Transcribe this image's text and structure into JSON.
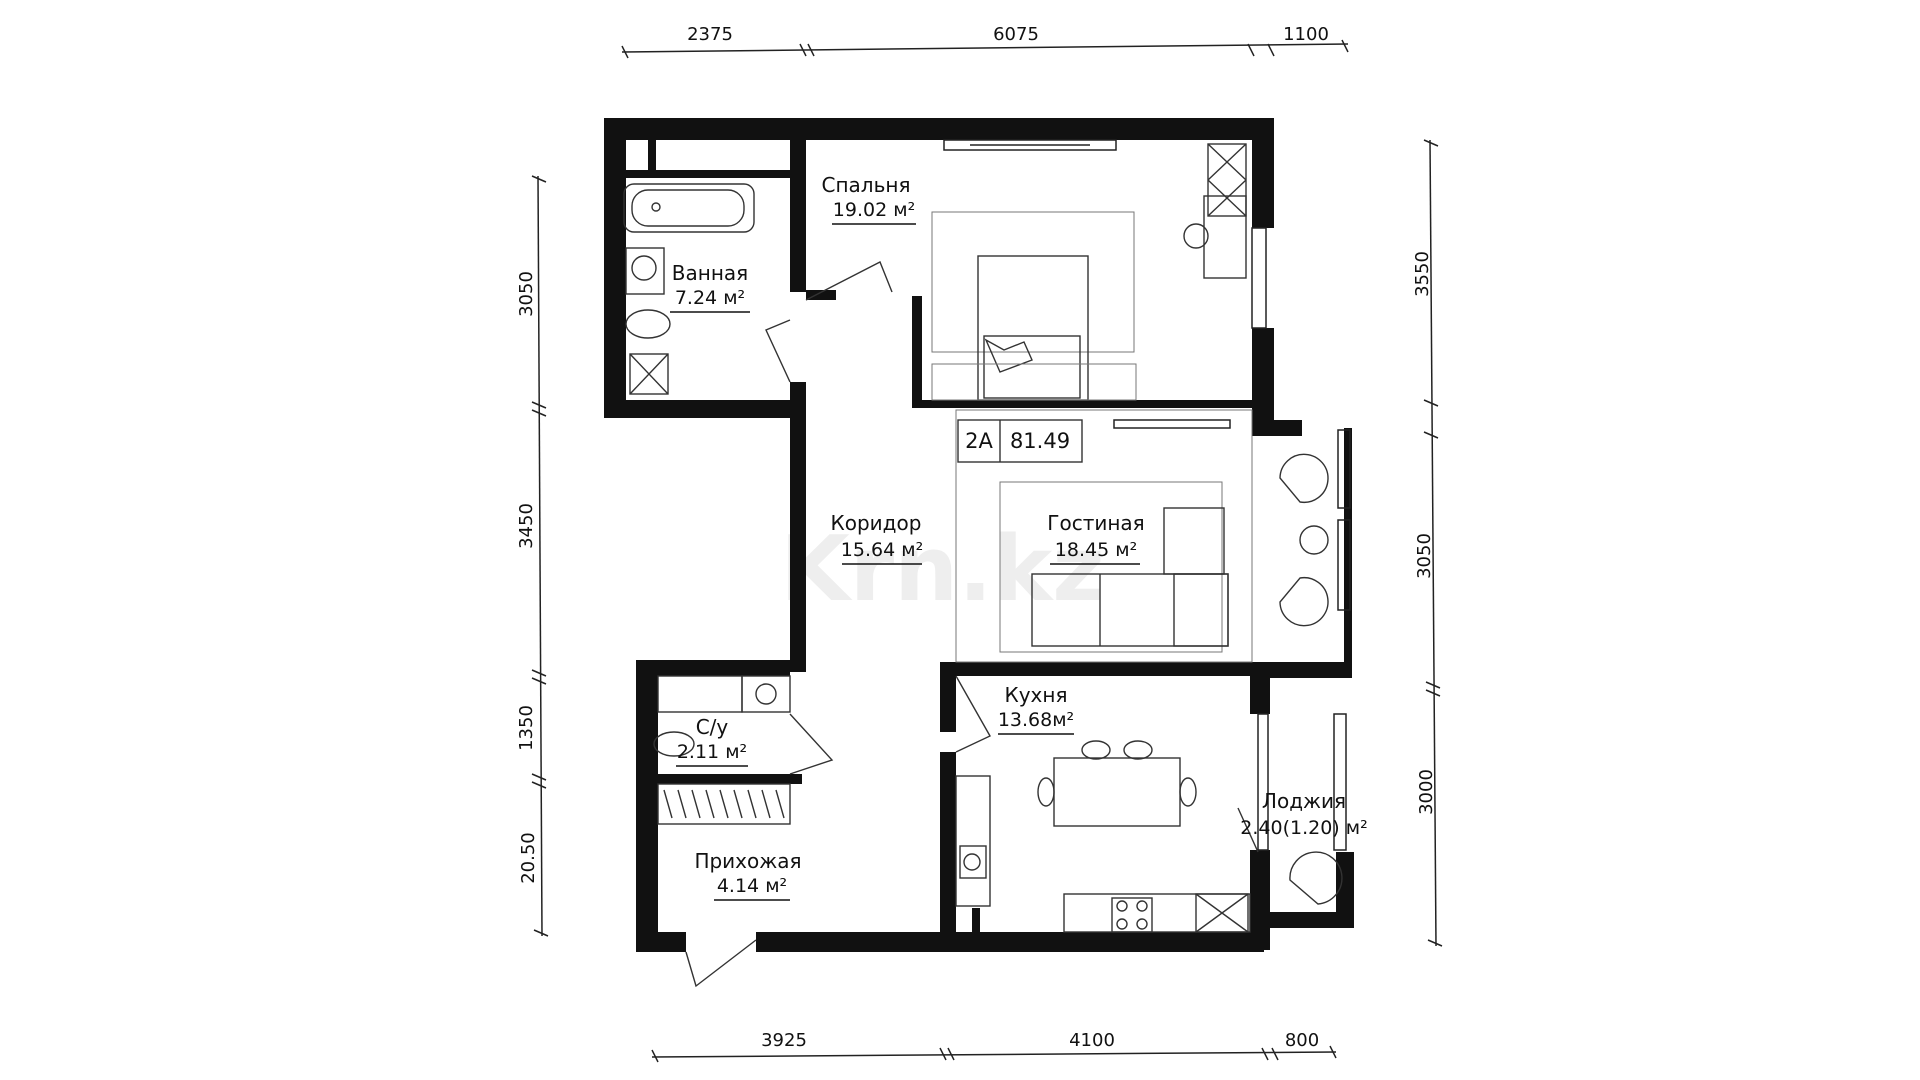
{
  "apartment": {
    "type": "2А",
    "total_area": "81.49"
  },
  "rooms": {
    "bedroom": {
      "name": "Спальня",
      "area": "19.02 м²"
    },
    "bathroom": {
      "name": "Ванная",
      "area": "7.24 м²"
    },
    "corridor": {
      "name": "Коридор",
      "area": "15.64 м²"
    },
    "living": {
      "name": "Гостиная",
      "area": "18.45 м²"
    },
    "kitchen": {
      "name": "Кухня",
      "area": "13.68м²"
    },
    "wc": {
      "name": "С/у",
      "area": "2.11 м²"
    },
    "hallway": {
      "name": "Прихожая",
      "area": "4.14 м²"
    },
    "loggia": {
      "name": "Лоджия",
      "area": "2.40(1.20) м²"
    }
  },
  "dimensions": {
    "top": [
      "2375",
      "6075",
      "1100"
    ],
    "bottom": [
      "3925",
      "4100",
      "800"
    ],
    "left": [
      "3050",
      "3450",
      "1350",
      "20.50"
    ],
    "right": [
      "3550",
      "3050",
      "3000"
    ]
  },
  "watermark": "Krn.kz"
}
